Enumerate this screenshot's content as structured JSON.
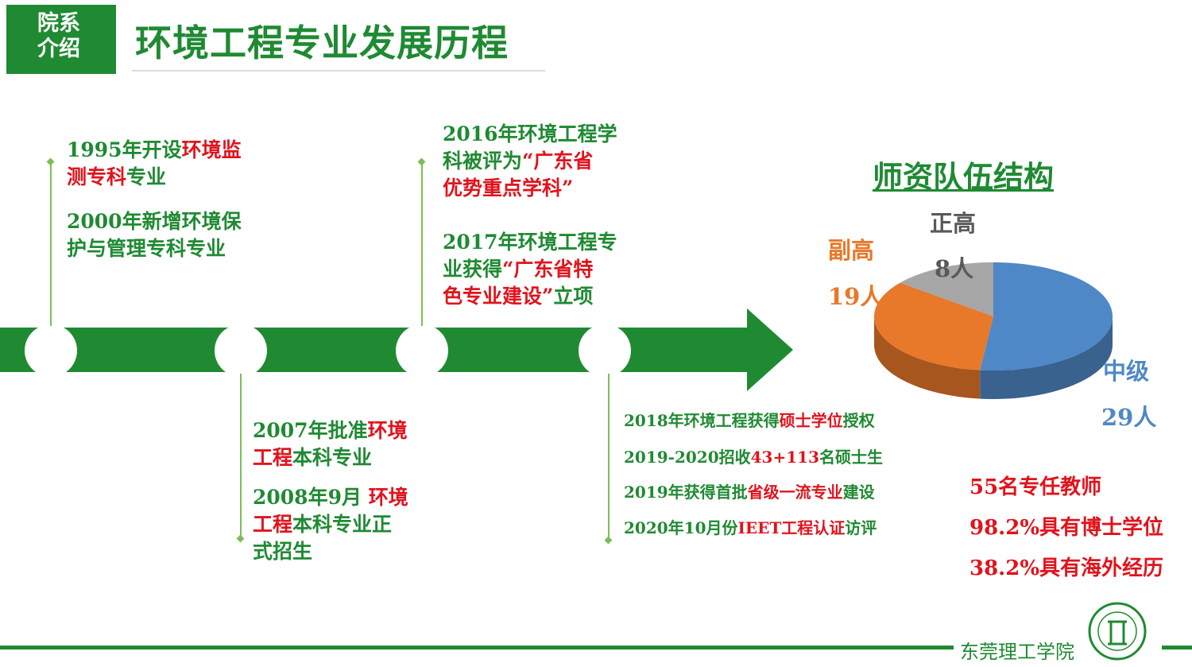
{
  "header": {
    "badge_line1": "院系",
    "badge_line2": "介绍",
    "title": "环境工程专业发展历程"
  },
  "timeline": {
    "e1995": {
      "a": "1995年开设",
      "b": "环境监",
      "c": "测专科",
      "d": "专业"
    },
    "e2000": {
      "a": "2000年新增环境保",
      "b": "护与管理专科专业"
    },
    "e2007": {
      "a": "2007年批准",
      "b": "环境",
      "c": "工程",
      "d": "本科专业"
    },
    "e2008": {
      "a": "2008年9月",
      "b": "环境",
      "c": "工程",
      "d": "本科专业正",
      "e": "式招生"
    },
    "e2016": {
      "a": "2016年环境工程学",
      "b": "科被评为",
      "c": "“广东省",
      "d": "优势重点学科”"
    },
    "e2017": {
      "a": "2017年环境工程专",
      "b": "业获得",
      "c": "“广东省特",
      "d": "色专业建设”",
      "e": "立项"
    },
    "r1": {
      "a": "2018年环境工程获得",
      "b": "硕士学位",
      "c": "授权"
    },
    "r2": {
      "a": "2019-2020招收",
      "b": "43+113",
      "c": "名硕士生"
    },
    "r3": {
      "a": "2019年获得首批",
      "b": "省级一流专业",
      "c": "建设"
    },
    "r4": {
      "a": "2020年10月份",
      "b": "IEET工程认证",
      "c": "访评"
    }
  },
  "faculty": {
    "title": "师资队伍结构",
    "zhenggao": "正高",
    "zhenggao_n": "8人",
    "fugao": "副高",
    "fugao_n": "19人",
    "zhongji": "中级",
    "zhongji_n": "29人",
    "stat1": "55名专任教师",
    "stat2": "98.2%具有博士学位",
    "stat3": "38.2%具有海外经历"
  },
  "chart_data": {
    "type": "pie",
    "categories": [
      "中级",
      "副高",
      "正高"
    ],
    "values": [
      29,
      19,
      8
    ],
    "title": "师资队伍结构",
    "colors": [
      "#4f88c6",
      "#e8782a",
      "#a6a6a6"
    ]
  },
  "footer": {
    "school": "东莞理工学院"
  }
}
